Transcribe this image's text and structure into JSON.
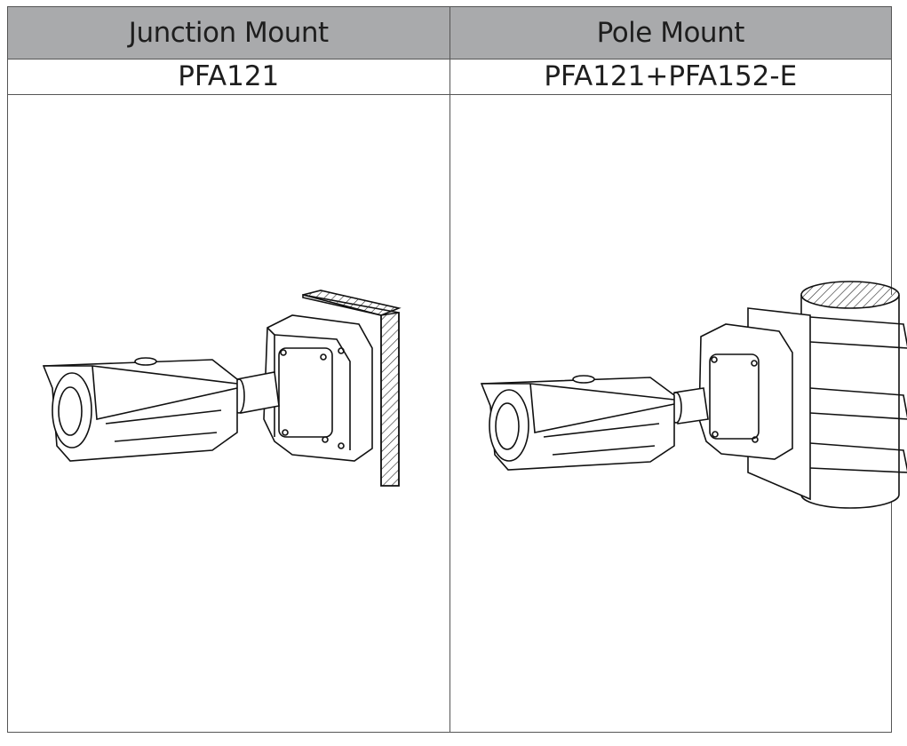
{
  "table": {
    "headers": [
      "Junction Mount",
      "Pole Mount"
    ],
    "models": [
      "PFA121",
      "PFA121+PFA152-E"
    ],
    "illustrations": [
      "bullet-camera-junction-box-wall-mount",
      "bullet-camera-junction-box-pole-mount"
    ]
  },
  "colors": {
    "header_bg": "#a9aaac",
    "border": "#555555"
  }
}
